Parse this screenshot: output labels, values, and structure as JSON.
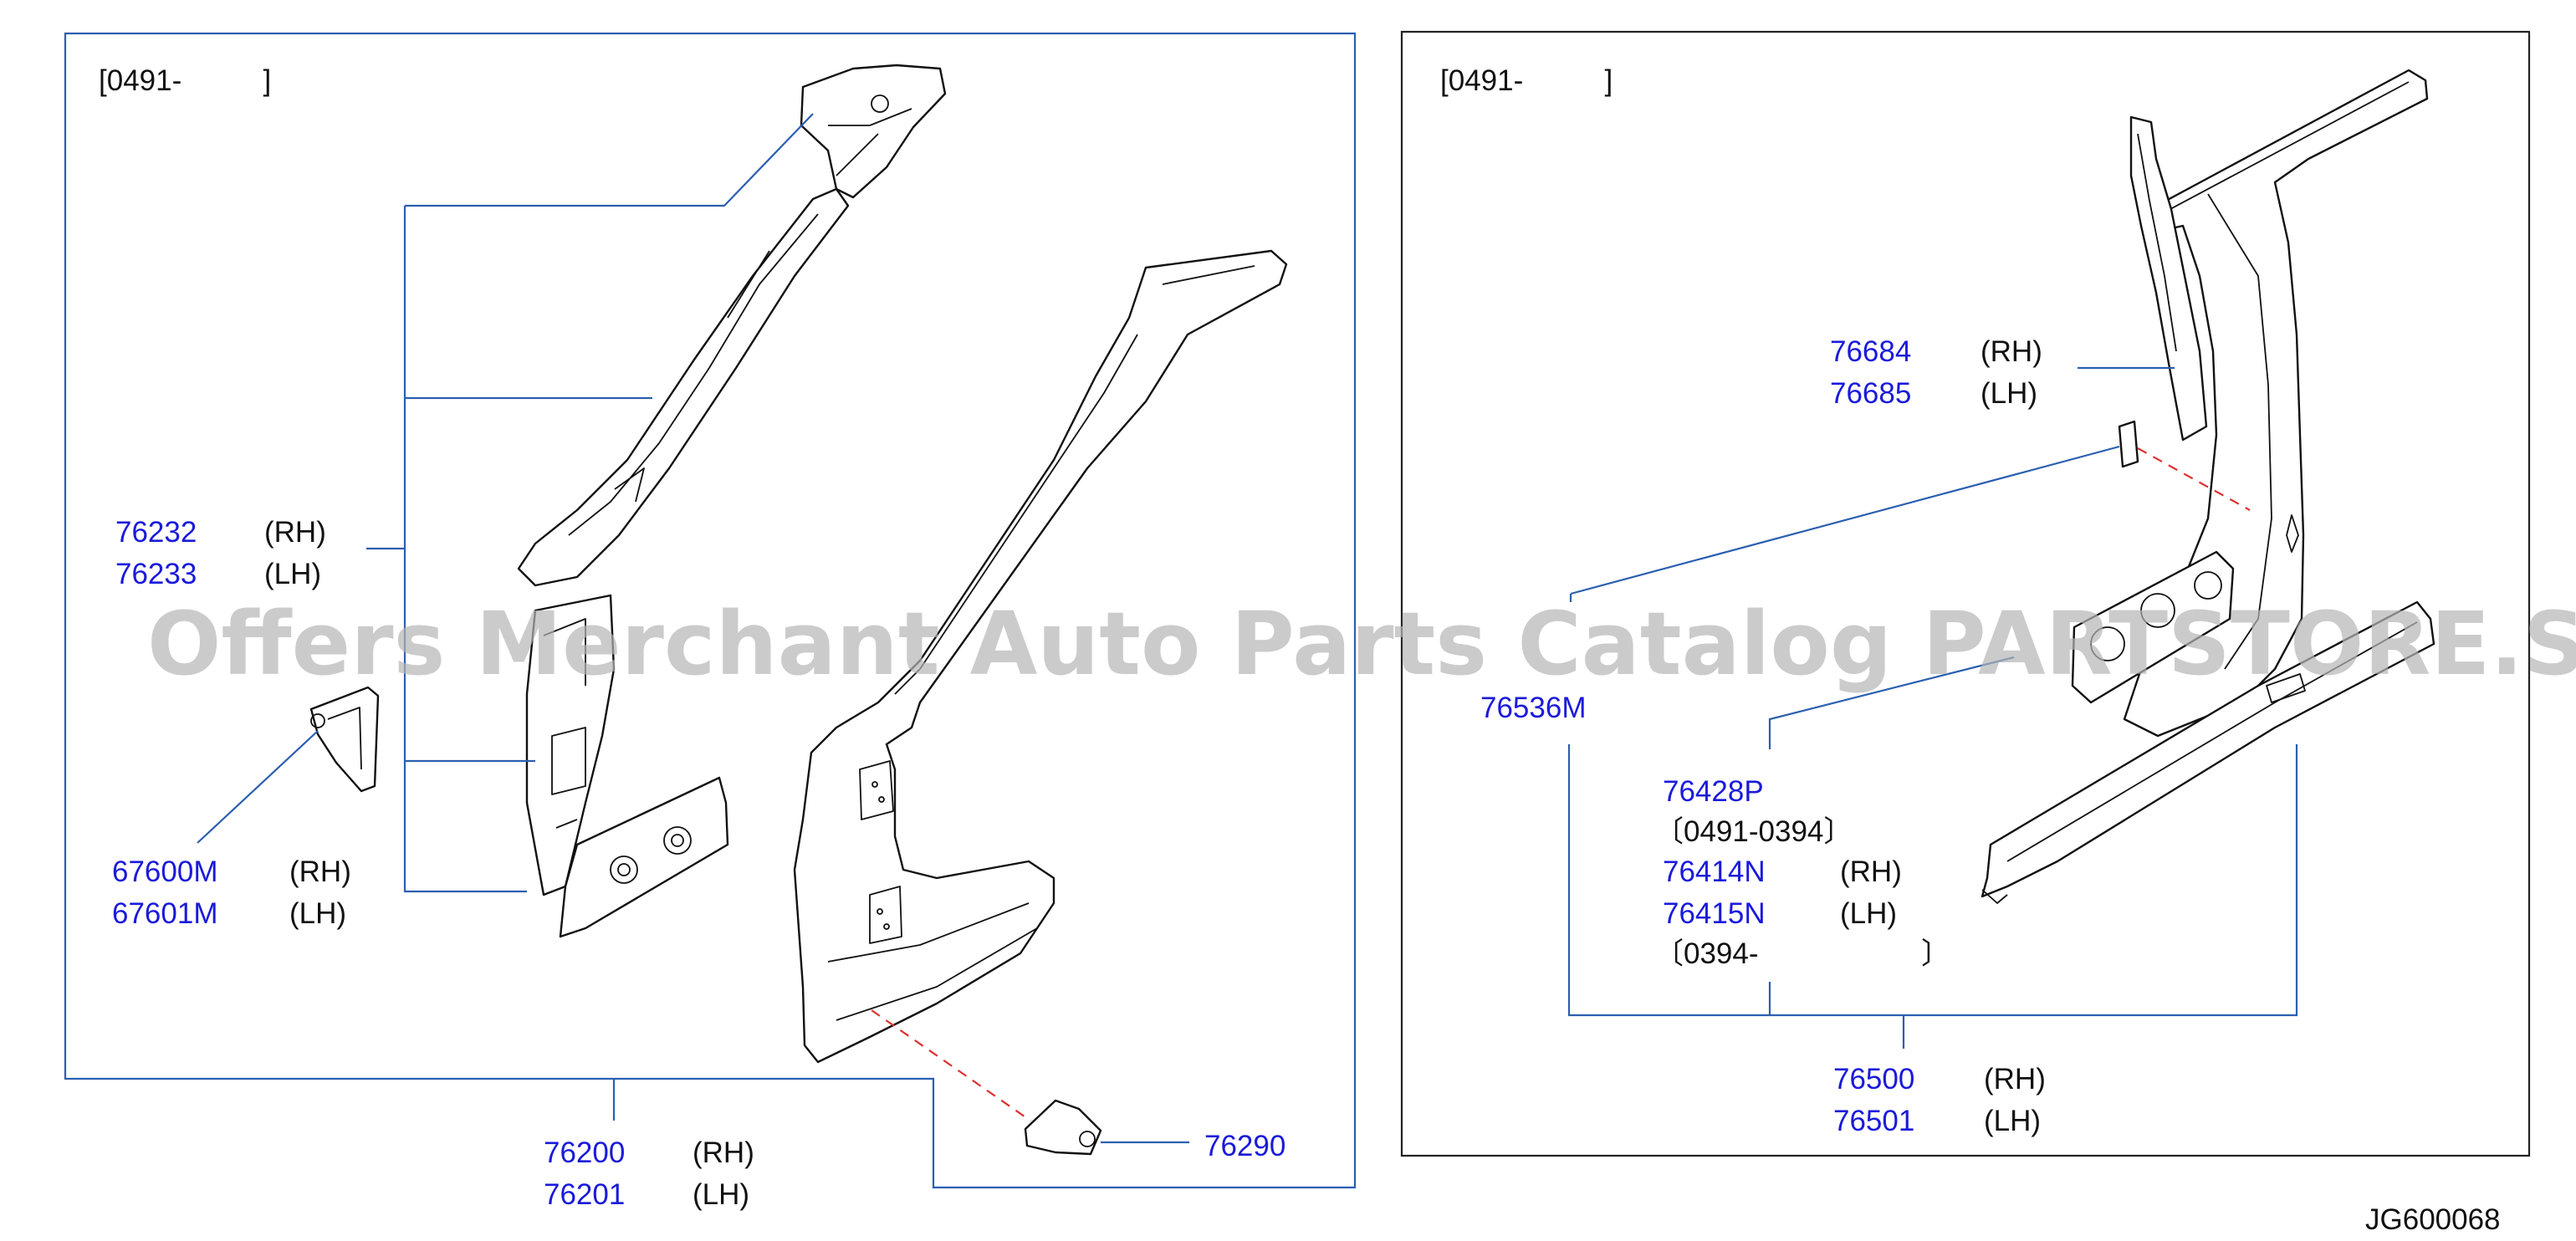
{
  "colors": {
    "part_number": "#1a1adb",
    "leader_line": "#2b5fb0",
    "dashed_line": "#e03030",
    "watermark": "#b5b5b5"
  },
  "left_panel": {
    "range_note": "[0491-          ]",
    "callouts": [
      {
        "number": "76232",
        "side": "(RH)"
      },
      {
        "number": "76233",
        "side": "(LH)"
      },
      {
        "number": "67600M",
        "side": "(RH)"
      },
      {
        "number": "67601M",
        "side": "(LH)"
      },
      {
        "number": "76290",
        "side": ""
      },
      {
        "number": "76200",
        "side": "(RH)"
      },
      {
        "number": "76201",
        "side": "(LH)"
      }
    ]
  },
  "right_panel": {
    "range_note": "[0491-          ]",
    "callouts": [
      {
        "number": "76684",
        "side": "(RH)"
      },
      {
        "number": "76685",
        "side": "(LH)"
      },
      {
        "number": "76536M",
        "side": ""
      },
      {
        "number": "76428P",
        "side": ""
      },
      {
        "number": "76414N",
        "side": "(RH)"
      },
      {
        "number": "76415N",
        "side": "(LH)"
      },
      {
        "number": "76500",
        "side": "(RH)"
      },
      {
        "number": "76501",
        "side": "(LH)"
      }
    ],
    "date_ranges": [
      "〔0491-0394〕",
      "〔0394-                    〕"
    ]
  },
  "watermark": "Offers Merchant Auto Parts Catalog PARTSTORE.SA",
  "diagram_code": "JG600068"
}
